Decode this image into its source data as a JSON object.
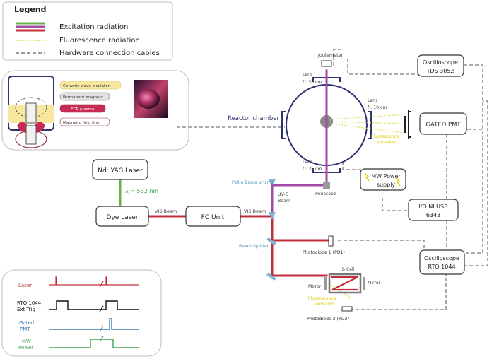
{
  "colors": {
    "excitation": "#c0303c",
    "excitation_alt": "#a24aa6",
    "green": "#6ab04c",
    "fluorescence": "#e2e06a",
    "cable": "#7b7b7b",
    "chamber": "#2d3270",
    "beam_optics": "#7fb3d3",
    "blue_label": "#4c93b8",
    "trig_blue": "#3b7cb0",
    "mw_green": "#3fa34d"
  },
  "legend": {
    "title": "Legend",
    "items": [
      {
        "label": "Excitation radiation"
      },
      {
        "label": "Fluorescence radiation"
      },
      {
        "label": "Hardware connection cables"
      }
    ]
  },
  "inset": {
    "labels": {
      "insulator": "Ceramic wave insulator",
      "magnets": "Permanent magnets",
      "plasma": "ECR plasma",
      "field": "Magnetic field line"
    }
  },
  "devices": {
    "yag": "Nd: YAG Laser",
    "dye": "Dye Laser",
    "fc": "FC Unit",
    "osc1_line1": "Oscilloscope",
    "osc1_line2": "TDS 3052",
    "pmt": "GATED PMT",
    "mw_line1": "MW Power",
    "mw_line2": "supply",
    "usb_line1": "I/O NI USB",
    "usb_line2": "6343",
    "osc2_line1": "Oscilloscope",
    "osc2_line2": "RTO 1044"
  },
  "labels": {
    "wavelength": "λ = 532 nm",
    "vis_beam_1": "VIS Beam",
    "vis_beam_2": "VIS Beam",
    "uvc_1": "UV-C",
    "uvc_2": "Beam",
    "pellin": "Pellin Broca prisms",
    "periscope": "Periscope",
    "beam_splitter": "Beam Splitter",
    "pd1": "Photodiode 1 (PD1)",
    "pd2": "Photodiode 2 (PD2)",
    "cell": "b Cell",
    "mirror_left": "Mirror",
    "mirror_right": "Mirror",
    "fluor_em_1": "Fluorescence",
    "fluor_em_2": "emission",
    "fluor_em2_1": "Fluorescence",
    "fluor_em2_2": "emission",
    "reactor": "Reactor chamber",
    "joulemeter": "Joulemeter",
    "lens_top_1": "Lens",
    "lens_top_2": "f : 35 cm",
    "lens_bot_1": "Lens",
    "lens_bot_2": "f : 35 cm",
    "lens_right_1": "Lens",
    "lens_right_2": "f : 10 cm"
  },
  "timing": {
    "laser": "Laser",
    "rto_1": "RTO 1044",
    "rto_2": "Ext Trig",
    "pmt_1": "Gated",
    "pmt_2": "PMT",
    "mw_1": "MW",
    "mw_2": "Power"
  }
}
